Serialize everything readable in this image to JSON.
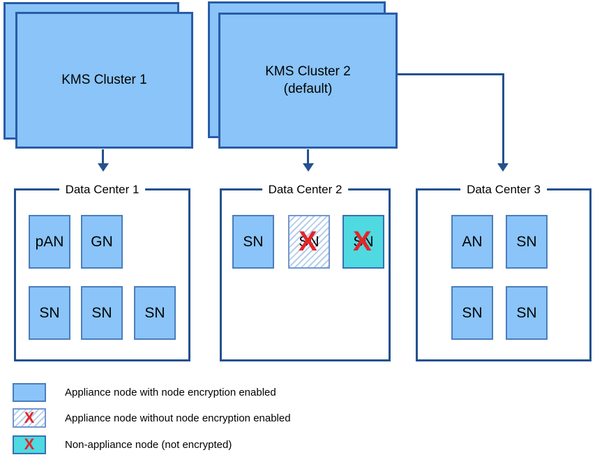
{
  "colors": {
    "node_fill": "#8AC4F8",
    "node_border": "#4A7EBB",
    "cluster_border": "#2A5CA8",
    "dc_border": "#24518F",
    "arrow": "#24518F",
    "non_appliance_fill": "#4FD9E1",
    "hatch_stripe": "#B4CDEC",
    "x_mark_red": "#E42527"
  },
  "marks": {
    "x": "X"
  },
  "clusters": [
    {
      "id": "kms-cluster-1",
      "label": "KMS Cluster 1"
    },
    {
      "id": "kms-cluster-2",
      "label": "KMS Cluster 2\n(default)"
    }
  ],
  "data_centers": [
    {
      "label": "Data Center 1",
      "nodes": [
        {
          "label": "pAN",
          "type": "appliance-encrypted"
        },
        {
          "label": "GN",
          "type": "appliance-encrypted"
        },
        {
          "label": "SN",
          "type": "appliance-encrypted"
        },
        {
          "label": "SN",
          "type": "appliance-encrypted"
        },
        {
          "label": "SN",
          "type": "appliance-encrypted"
        }
      ]
    },
    {
      "label": "Data Center 2",
      "nodes": [
        {
          "label": "SN",
          "type": "appliance-encrypted"
        },
        {
          "label": "SN",
          "type": "appliance-unencrypted",
          "x_mark": true
        },
        {
          "label": "SN",
          "type": "non-appliance",
          "x_mark": true
        }
      ]
    },
    {
      "label": "Data Center 3",
      "nodes": [
        {
          "label": "AN",
          "type": "appliance-encrypted"
        },
        {
          "label": "SN",
          "type": "appliance-encrypted"
        },
        {
          "label": "SN",
          "type": "appliance-encrypted"
        },
        {
          "label": "SN",
          "type": "appliance-encrypted"
        }
      ]
    }
  ],
  "legend": {
    "items": [
      {
        "swatch": "appliance-encrypted",
        "label": "Appliance node with node encryption enabled"
      },
      {
        "swatch": "appliance-unencrypted",
        "label": "Appliance node without node encryption enabled"
      },
      {
        "swatch": "non-appliance",
        "label": "Non-appliance node (not encrypted)"
      }
    ]
  }
}
